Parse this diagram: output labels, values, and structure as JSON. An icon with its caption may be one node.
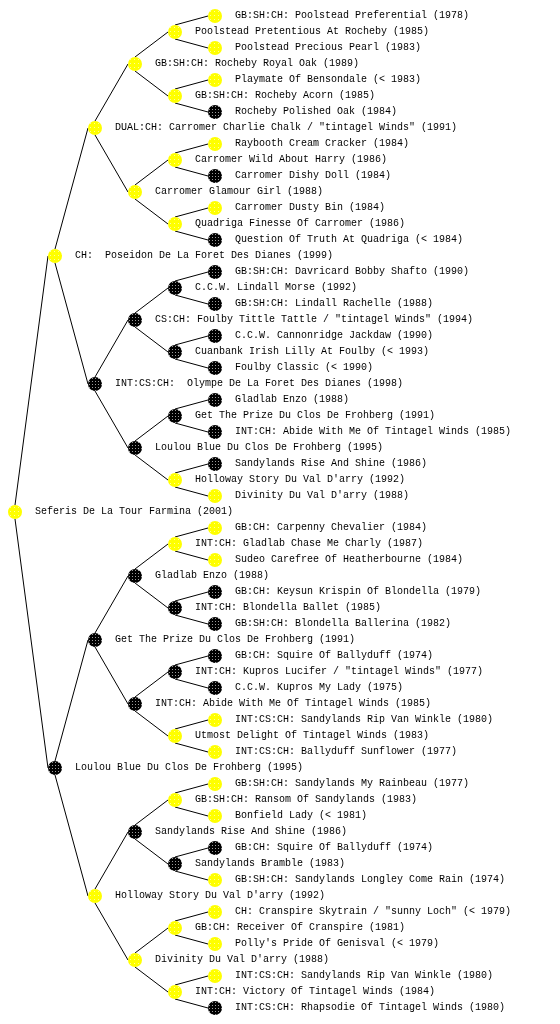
{
  "diagram": {
    "nodes": [
      {
        "text": [
          "GB:SH:CH: Poolstead Preferential (1978)"
        ]
      },
      {
        "text": [
          "Poolstead Pretentious At Rocheby (1985)"
        ]
      },
      {
        "text": [
          "Poolstead Precious Pearl (1983)"
        ]
      },
      {
        "text": [
          "GB:SH:CH: Rocheby Royal Oak (1989)"
        ]
      },
      {
        "text": [
          "Playmate Of Bensondale (< 1983)"
        ]
      },
      {
        "text": [
          "GB:SH:CH: Rocheby Acorn (1985)"
        ]
      },
      {
        "text": [
          "Rocheby Polished Oak (1984)"
        ]
      },
      {
        "text": [
          "DUAL:CH: Carromer Charlie Chalk / \"tintagel Winds\" (1991)"
        ]
      },
      {
        "text": [
          "Raybooth Cream Cracker (1984)"
        ]
      },
      {
        "text": [
          "Carromer Wild About Harry (1986)"
        ]
      },
      {
        "text": [
          "Carromer Dishy Doll (1984)"
        ]
      },
      {
        "text": [
          "Carromer Glamour Girl (1988)"
        ]
      },
      {
        "text": [
          "Carromer Dusty Bin (1984)"
        ]
      },
      {
        "text": [
          "Quadriga Finesse Of Carromer (1986)"
        ]
      },
      {
        "text": [
          "Question Of Truth At Quadriga (< 1984)"
        ]
      },
      {
        "text": [
          "CH:  Poseidon De La Foret Des Dianes (1999)"
        ]
      },
      {
        "text": [
          "GB:SH:CH: Davricard Bobby Shafto (1990)"
        ]
      },
      {
        "text": [
          "C.C.W. Lindall Morse (1992)"
        ]
      },
      {
        "text": [
          "GB:SH:CH: Lindall Rachelle (1988)"
        ]
      },
      {
        "text": [
          "CS:CH: Foulby Tittle Tattle / \"tintagel Winds\" (1994)"
        ]
      },
      {
        "text": [
          "C.C.W. Cannonridge Jackdaw (1990)"
        ]
      },
      {
        "text": [
          "Cuanbank Irish Lilly At Foulby (< 1993)"
        ]
      },
      {
        "text": [
          "Foulby Classic (< 1990)"
        ]
      },
      {
        "text": [
          "INT:CS:CH:  Olympe De La Foret Des Dianes (1998)"
        ]
      },
      {
        "text": [
          "Gladlab Enzo (1988)"
        ]
      },
      {
        "text": [
          "Get The Prize Du Clos De Frohberg (1991)"
        ]
      },
      {
        "text": [
          "INT:CH: Abide With Me Of Tintagel Winds (1985)"
        ]
      },
      {
        "text": [
          "Loulou Blue Du Clos De Frohberg (1995)"
        ]
      },
      {
        "text": [
          "Sandylands Rise And Shine (1986)"
        ]
      },
      {
        "text": [
          "Holloway Story Du Val D'arry (1992)"
        ]
      },
      {
        "text": [
          "Divinity Du Val D'arry (1988)"
        ]
      },
      {
        "text": [
          "Seferis De La Tour Farmina (2001)"
        ]
      },
      {
        "text": [
          "GB:CH: Carpenny Chevalier (1984)"
        ]
      },
      {
        "text": [
          "INT:CH: Gladlab Chase Me Charly (1987)"
        ]
      },
      {
        "text": [
          "Sudeo Carefree Of Heatherbourne (1984)"
        ]
      },
      {
        "text": [
          "Gladlab Enzo (1988)"
        ]
      },
      {
        "text": [
          "GB:CH: Keysun Krispin Of Blondella (1979)"
        ]
      },
      {
        "text": [
          "INT:CH: Blondella Ballet (1985)"
        ]
      },
      {
        "text": [
          "GB:SH:CH: Blondella Ballerina (1982)"
        ]
      },
      {
        "text": [
          "Get The Prize Du Clos De Frohberg (1991)"
        ]
      },
      {
        "text": [
          "GB:CH: Squire Of Ballyduff (1974)"
        ]
      },
      {
        "text": [
          "INT:CH: Kupros Lucifer / \"tintagel Winds\" (1977)"
        ]
      },
      {
        "text": [
          "C.C.W. Kupros My Lady (1975)"
        ]
      },
      {
        "text": [
          "INT:CH: Abide With Me Of Tintagel Winds (1985)"
        ]
      },
      {
        "text": [
          "INT:CS:CH: Sandylands Rip Van Winkle (1980)"
        ]
      },
      {
        "text": [
          "Utmost Delight Of Tintagel Winds (1983)"
        ]
      },
      {
        "text": [
          "INT:CS:CH: Ballyduff Sunflower (1977)"
        ]
      },
      {
        "text": [
          "Loulou Blue Du Clos De Frohberg (1995)"
        ]
      },
      {
        "text": [
          "GB:SH:CH: Sandylands My Rainbeau (1977)"
        ]
      },
      {
        "text": [
          "GB:SH:CH: Ransom Of Sandylands (1983)"
        ]
      },
      {
        "text": [
          "Bonfield Lady (< 1981)"
        ]
      },
      {
        "text": [
          "Sandylands Rise And Shine (1986)"
        ]
      },
      {
        "text": [
          "GB:CH: Squire Of Ballyduff (1974)"
        ]
      },
      {
        "text": [
          "Sandylands Bramble (1983)"
        ]
      },
      {
        "text": [
          "GB:SH:CH: Sandylands Longley Come Rain (1974)"
        ]
      },
      {
        "text": [
          "Holloway Story Du Val D'arry (1992)"
        ]
      },
      {
        "text": [
          "CH: Cranspire Skytrain / \"sunny Loch\" (< 1979)"
        ]
      },
      {
        "text": [
          "GB:CH: Receiver Of Cranspire (1981)"
        ]
      },
      {
        "text": [
          "Polly's Pride Of Genisval (< 1979)"
        ]
      },
      {
        "text": [
          "Divinity Du Val D'arry (1988)"
        ]
      },
      {
        "text": [
          "INT:CS:CH: Sandylands Rip Van Winkle (1980)"
        ]
      },
      {
        "text": [
          "INT:CH: Victory Of Tintagel Winds (1984)"
        ]
      },
      {
        "text": [
          "INT:CS:CH: Rhapsodie Of Tintagel Winds (1980)"
        ]
      }
    ],
    "edges": [
      {
        "from": 1,
        "to": 0,
        "arrow": "none"
      },
      {
        "from": 3,
        "to": 1,
        "arrow": "none"
      },
      {
        "from": 1,
        "to": 2,
        "arrow": "none"
      },
      {
        "from": 7,
        "to": 3,
        "arrow": "none"
      },
      {
        "from": 5,
        "to": 4,
        "arrow": "none"
      },
      {
        "from": 3,
        "to": 5,
        "arrow": "none"
      },
      {
        "from": 5,
        "to": 6,
        "arrow": "none"
      },
      {
        "from": 15,
        "to": 7,
        "arrow": "none"
      },
      {
        "from": 9,
        "to": 8,
        "arrow": "none"
      },
      {
        "from": 11,
        "to": 9,
        "arrow": "none"
      },
      {
        "from": 9,
        "to": 10,
        "arrow": "none"
      },
      {
        "from": 7,
        "to": 11,
        "arrow": "none"
      },
      {
        "from": 13,
        "to": 12,
        "arrow": "none"
      },
      {
        "from": 11,
        "to": 13,
        "arrow": "none"
      },
      {
        "from": 13,
        "to": 14,
        "arrow": "none"
      },
      {
        "from": 31,
        "to": 15,
        "arrow": "none"
      },
      {
        "from": 17,
        "to": 16,
        "arrow": "none"
      },
      {
        "from": 19,
        "to": 17,
        "arrow": "none"
      },
      {
        "from": 17,
        "to": 18,
        "arrow": "none"
      },
      {
        "from": 23,
        "to": 19,
        "arrow": "none"
      },
      {
        "from": 21,
        "to": 20,
        "arrow": "none"
      },
      {
        "from": 19,
        "to": 21,
        "arrow": "none"
      },
      {
        "from": 21,
        "to": 22,
        "arrow": "none"
      },
      {
        "from": 15,
        "to": 23,
        "arrow": "none"
      },
      {
        "from": 25,
        "to": 24,
        "arrow": "none"
      },
      {
        "from": 27,
        "to": 25,
        "arrow": "none"
      },
      {
        "from": 25,
        "to": 26,
        "arrow": "none"
      },
      {
        "from": 23,
        "to": 27,
        "arrow": "none"
      },
      {
        "from": 29,
        "to": 28,
        "arrow": "none"
      },
      {
        "from": 27,
        "to": 29,
        "arrow": "none"
      },
      {
        "from": 29,
        "to": 30,
        "arrow": "none"
      },
      {
        "from": 33,
        "to": 32,
        "arrow": "none"
      },
      {
        "from": 35,
        "to": 33,
        "arrow": "none"
      },
      {
        "from": 33,
        "to": 34,
        "arrow": "none"
      },
      {
        "from": 39,
        "to": 35,
        "arrow": "none"
      },
      {
        "from": 37,
        "to": 36,
        "arrow": "none"
      },
      {
        "from": 35,
        "to": 37,
        "arrow": "none"
      },
      {
        "from": 37,
        "to": 38,
        "arrow": "none"
      },
      {
        "from": 47,
        "to": 39,
        "arrow": "none"
      },
      {
        "from": 41,
        "to": 40,
        "arrow": "none"
      },
      {
        "from": 43,
        "to": 41,
        "arrow": "none"
      },
      {
        "from": 41,
        "to": 42,
        "arrow": "none"
      },
      {
        "from": 39,
        "to": 43,
        "arrow": "none"
      },
      {
        "from": 45,
        "to": 44,
        "arrow": "none"
      },
      {
        "from": 43,
        "to": 45,
        "arrow": "none"
      },
      {
        "from": 45,
        "to": 46,
        "arrow": "none"
      },
      {
        "from": 31,
        "to": 47,
        "arrow": "none"
      },
      {
        "from": 49,
        "to": 48,
        "arrow": "none"
      },
      {
        "from": 51,
        "to": 49,
        "arrow": "none"
      },
      {
        "from": 49,
        "to": 50,
        "arrow": "none"
      },
      {
        "from": 55,
        "to": 51,
        "arrow": "none"
      },
      {
        "from": 53,
        "to": 52,
        "arrow": "none"
      },
      {
        "from": 51,
        "to": 53,
        "arrow": "none"
      },
      {
        "from": 53,
        "to": 54,
        "arrow": "none"
      },
      {
        "from": 47,
        "to": 55,
        "arrow": "none"
      },
      {
        "from": 57,
        "to": 56,
        "arrow": "none"
      },
      {
        "from": 59,
        "to": 57,
        "arrow": "none"
      },
      {
        "from": 57,
        "to": 58,
        "arrow": "none"
      },
      {
        "from": 55,
        "to": 59,
        "arrow": "none"
      },
      {
        "from": 61,
        "to": 60,
        "arrow": "none"
      },
      {
        "from": 59,
        "to": 61,
        "arrow": "none"
      },
      {
        "from": 61,
        "to": 62,
        "arrow": "none"
      }
    ]
  }
}
